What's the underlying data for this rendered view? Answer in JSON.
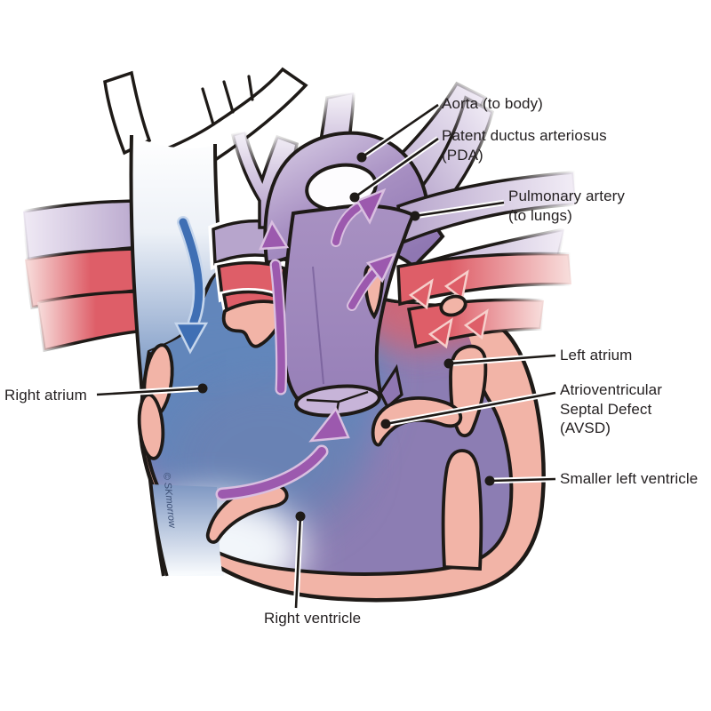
{
  "labels": {
    "aorta": {
      "l1": "Aorta (to body)"
    },
    "pda": {
      "l1": "Patent ductus arteriosus",
      "l2": "(PDA)"
    },
    "pulmonary_artery": {
      "l1": "Pulmonary artery",
      "l2": "(to lungs)"
    },
    "left_atrium": {
      "l1": "Left atrium"
    },
    "avsd": {
      "l1": "Atrioventricular",
      "l2": "Septal Defect",
      "l3": "(AVSD)"
    },
    "smaller_left_ventricle": {
      "l1": "Smaller left ventricle"
    },
    "right_atrium": {
      "l1": "Right atrium"
    },
    "right_ventricle": {
      "l1": "Right ventricle"
    }
  },
  "signature": "© SKmorrow",
  "colors": {
    "outline": "#1e1a17",
    "heart_wall_pink": "#F2B4A7",
    "venous_blue": "#6286BB",
    "mixed_purple": "#8C7DB3",
    "vessel_purple": "#9E88BF",
    "vessel_purple_light": "#C4B2D6",
    "oxygen_red": "#DE5E68",
    "arrow_purple": "#9C59AE",
    "arrow_blue": "#3F6FB4",
    "label_text": "#231F20"
  }
}
